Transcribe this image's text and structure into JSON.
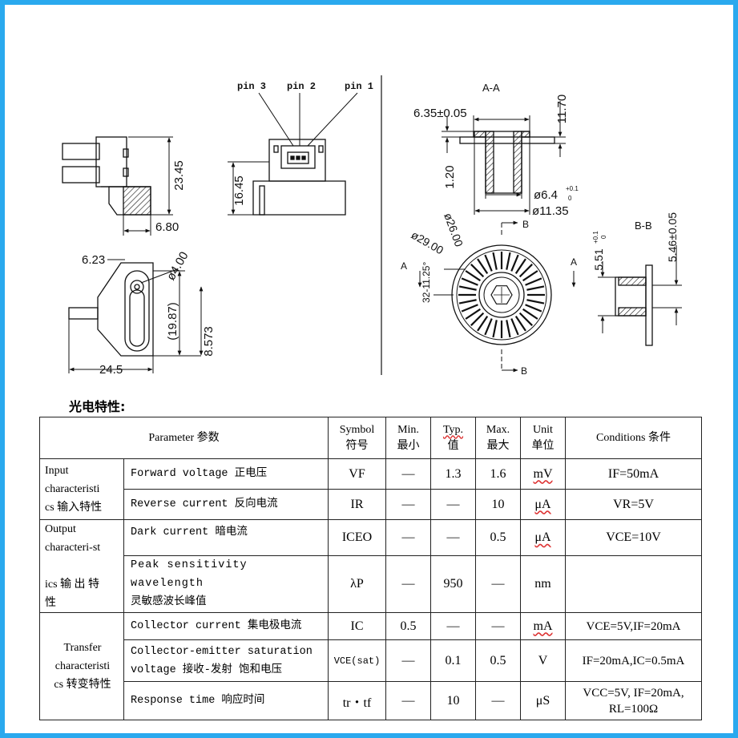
{
  "drawing": {
    "pin_labels": [
      "pin 3",
      "pin 2",
      "pin 1"
    ],
    "section_aa": "A-A",
    "section_bb": "B-B",
    "arrow_a": "A",
    "arrow_b": "B",
    "dims": {
      "d2345": "23.45",
      "d680": "6.80",
      "d1645": "16.45",
      "d623": "6.23",
      "phi400": "ø4.00",
      "d1987": "(19.87)",
      "d8573": "8.573",
      "d245": "24.5",
      "d635": "6.35±0.05",
      "d1170": "11.70",
      "d120": "1.20",
      "phi64": "ø6.4",
      "tol_plus": "+0.1",
      "tol_zero": "0",
      "phi1135": "ø11.35",
      "phi2600": "ø26.00",
      "phi2900": "ø29.00",
      "d3211": "32-11.25°",
      "d551": "5.51",
      "d546": "5.46±0.05"
    }
  },
  "section_title": "光电特性:",
  "table": {
    "header": {
      "parameter": "Parameter 参数",
      "symbol": [
        "Symbol",
        "符号"
      ],
      "min": [
        "Min.",
        "最小"
      ],
      "typ": [
        "Typ.",
        "值"
      ],
      "max": [
        "Max.",
        "最大"
      ],
      "unit": [
        "Unit",
        "单位"
      ],
      "conditions": "Conditions 条件"
    },
    "groups": {
      "input": [
        "Input",
        "characteristi",
        "cs 输入特性"
      ],
      "output": [
        "Output",
        "characteri-st",
        "ics 输 出 特",
        "性"
      ],
      "transfer": [
        "Transfer",
        "characteristi",
        "cs 转变特性"
      ]
    },
    "rows": [
      {
        "param": [
          "Forward voltage 正电压"
        ],
        "symbol": "VF",
        "min": "—",
        "typ": "1.3",
        "max": "1.6",
        "unit": "mV",
        "cond": [
          "IF=50mA"
        ]
      },
      {
        "param": [
          "Reverse current 反向电流"
        ],
        "symbol": "IR",
        "min": "—",
        "typ": "—",
        "max": "10",
        "unit": "μA",
        "cond": [
          "VR=5V"
        ]
      },
      {
        "param": [
          "Dark current 暗电流"
        ],
        "symbol": "ICEO",
        "min": "—",
        "typ": "—",
        "max": "0.5",
        "unit": "μA",
        "cond": [
          "VCE=10V"
        ]
      },
      {
        "param": [
          "Peak sensitivity wavelength",
          "灵敏感波长峰值"
        ],
        "symbol": "λP",
        "min": "—",
        "typ": "950",
        "max": "—",
        "unit": "nm",
        "cond": [
          ""
        ]
      },
      {
        "param": [
          "Collector current 集电极电流"
        ],
        "symbol": "IC",
        "min": "0.5",
        "typ": "—",
        "max": "—",
        "unit": "mA",
        "cond": [
          "VCE=5V,IF=20mA"
        ]
      },
      {
        "param": [
          "Collector-emitter saturation",
          "voltage 接收-发射 饱和电压"
        ],
        "symbol": "VCE(sat)",
        "min": "—",
        "typ": "0.1",
        "max": "0.5",
        "unit": "V",
        "cond": [
          "IF=20mA,IC=0.5mA"
        ]
      },
      {
        "param": [
          "Response time 响应时间"
        ],
        "symbol": "tr・tf",
        "min": "—",
        "typ": "10",
        "max": "—",
        "unit": "μS",
        "cond": [
          "VCC=5V, IF=20mA,",
          "RL=100Ω"
        ]
      }
    ]
  }
}
